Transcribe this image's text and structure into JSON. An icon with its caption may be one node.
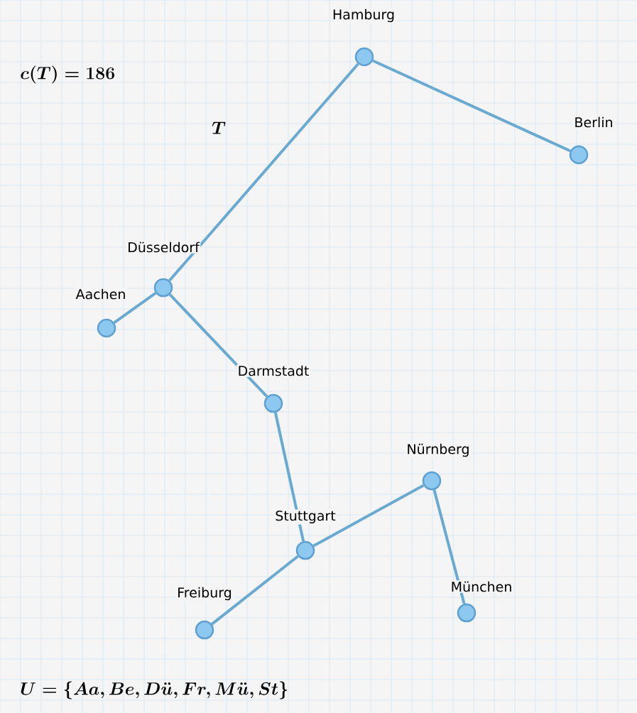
{
  "diagram": {
    "nodes": [
      {
        "text": [
          "Hamburg"
        ]
      },
      {
        "text": [
          "Berlin"
        ]
      },
      {
        "text": [
          "Düsseldorf"
        ]
      },
      {
        "text": [
          "Aachen"
        ]
      },
      {
        "text": [
          "Darmstadt"
        ]
      },
      {
        "text": [
          "Nürnberg"
        ]
      },
      {
        "text": [
          "Stuttgart"
        ]
      },
      {
        "text": [
          "München"
        ]
      },
      {
        "text": [
          "Freiburg"
        ]
      }
    ],
    "edges": [
      {
        "from": 0,
        "to": 1,
        "arrow": "none"
      },
      {
        "from": 0,
        "to": 2,
        "arrow": "none"
      },
      {
        "from": 2,
        "to": 3,
        "arrow": "none"
      },
      {
        "from": 2,
        "to": 4,
        "arrow": "none"
      },
      {
        "from": 4,
        "to": 6,
        "arrow": "none"
      },
      {
        "from": 6,
        "to": 5,
        "arrow": "none"
      },
      {
        "from": 5,
        "to": 7,
        "arrow": "none"
      },
      {
        "from": 6,
        "to": 8,
        "arrow": "none"
      }
    ],
    "labels": [
      "c(T) = 186",
      "T",
      "U = \\{Aa, Be, D\\ddot{u}, Fr, M\\ddot{u}, St\\}"
    ]
  }
}
